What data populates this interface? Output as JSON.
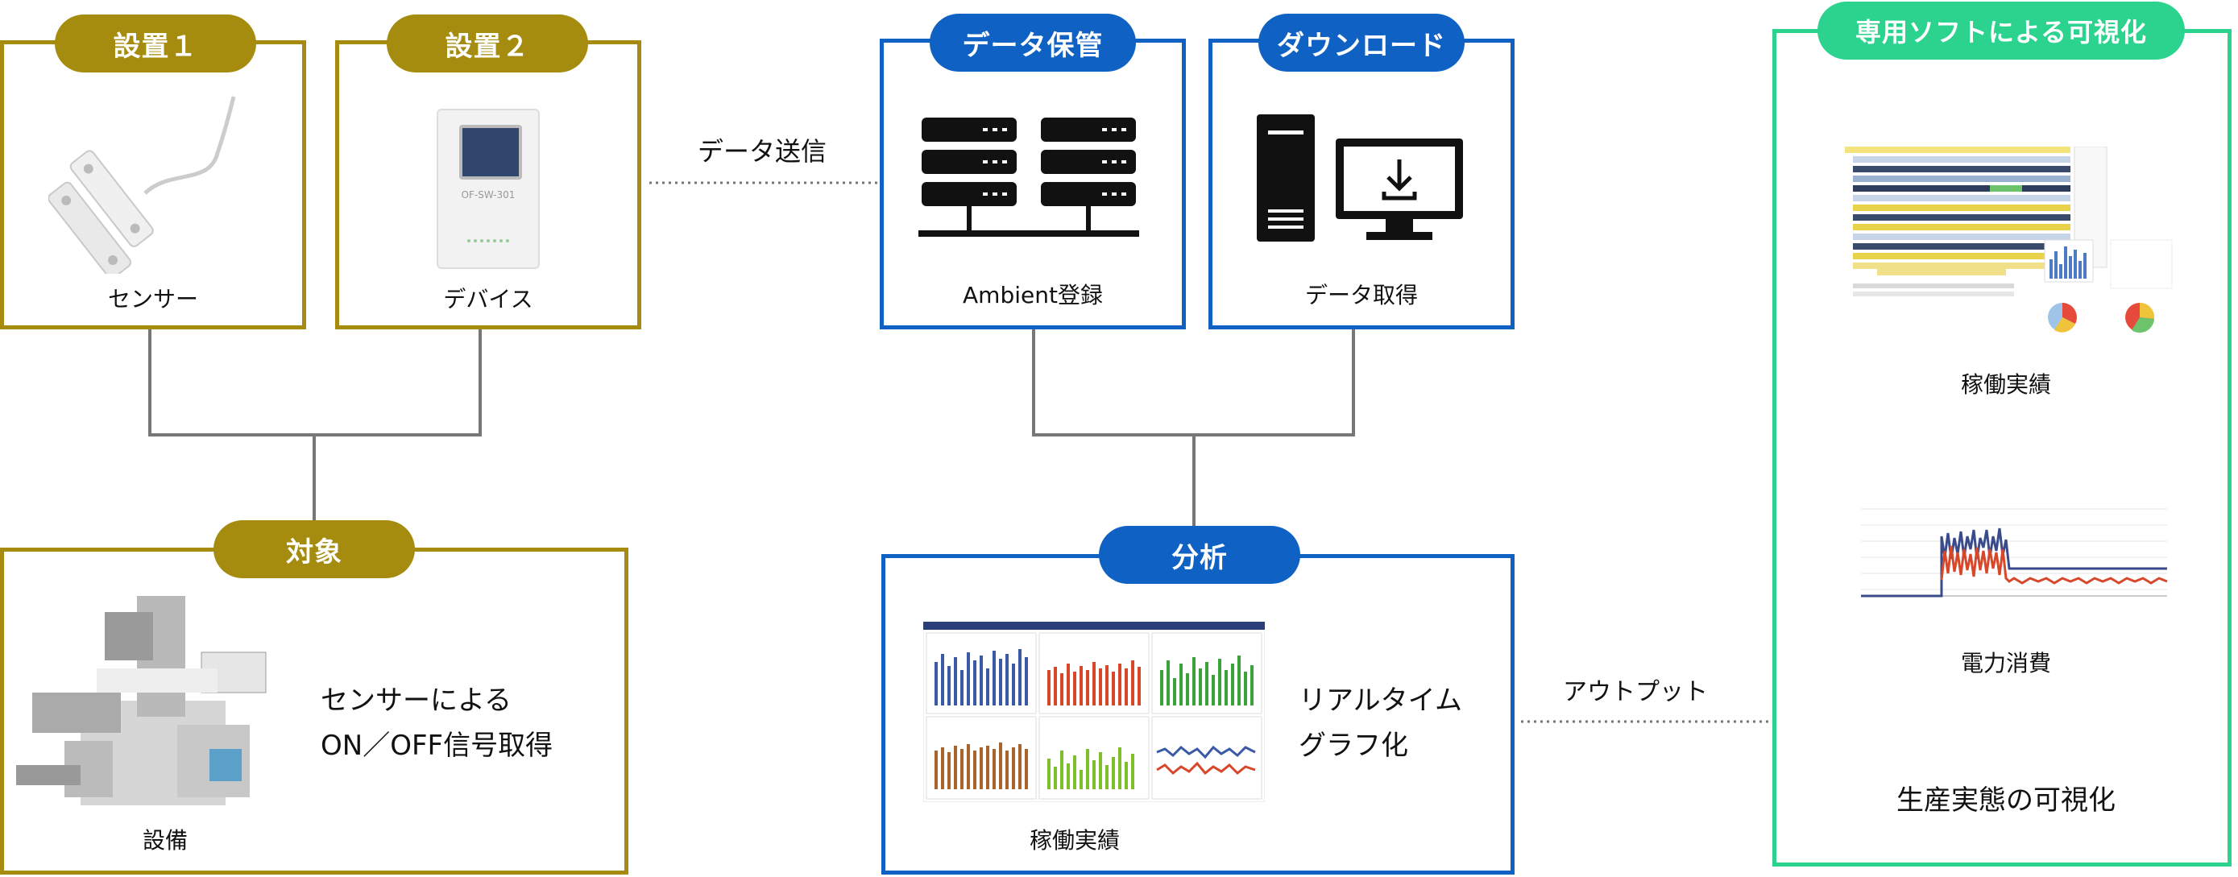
{
  "left": {
    "install1": {
      "tag": "設置１",
      "caption": "センサー"
    },
    "install2": {
      "tag": "設置２",
      "caption": "デバイス",
      "device_text": "OF-SW-301"
    },
    "target": {
      "tag": "対象",
      "caption": "設備",
      "desc_line1": "センサーによる",
      "desc_line2": "ON／OFF信号取得"
    }
  },
  "middle": {
    "send_label": "データ送信",
    "storage": {
      "tag": "データ保管",
      "caption": "Ambient登録"
    },
    "download": {
      "tag": "ダウンロード",
      "caption": "データ取得"
    },
    "analysis": {
      "tag": "分析",
      "caption": "稼働実績",
      "desc_line1": "リアルタイム",
      "desc_line2": "グラフ化"
    }
  },
  "output_label": "アウトプット",
  "right": {
    "tag": "専用ソフトによる可視化",
    "item1_caption": "稼働実績",
    "item2_caption": "電力消費",
    "summary": "生産実態の可視化"
  },
  "colors": {
    "gold": "#a58b0e",
    "blue": "#0f62c4",
    "green": "#2bd38e",
    "connector": "#777777"
  },
  "icons": [
    "sensor-image",
    "device-image",
    "server-icon",
    "download-computer-icon",
    "machine-image",
    "chart-thumbnails",
    "gantt-thumbnail",
    "power-chart-thumbnail"
  ]
}
